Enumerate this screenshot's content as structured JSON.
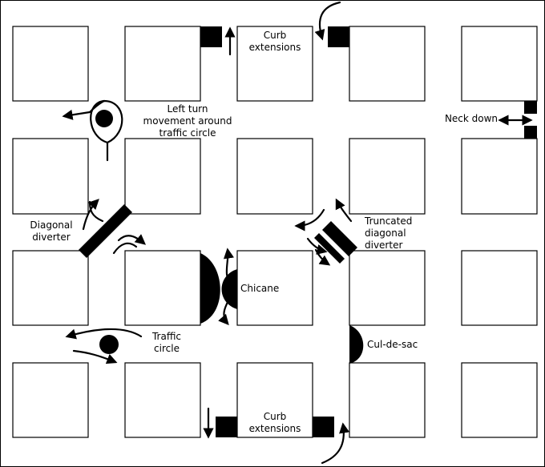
{
  "labels": {
    "curb_top_line1": "Curb",
    "curb_top_line2": "extensions",
    "left_turn_line1": "Left turn",
    "left_turn_line2": "movement around",
    "left_turn_line3": "traffic circle",
    "neck_down": "Neck down",
    "diagonal_line1": "Diagonal",
    "diagonal_line2": "diverter",
    "truncated_line1": "Truncated",
    "truncated_line2": "diagonal",
    "truncated_line3": "diverter",
    "chicane": "Chicane",
    "traffic_circle_line1": "Traffic",
    "traffic_circle_line2": "circle",
    "cul_de_sac": "Cul-de-sac",
    "curb_bottom_line1": "Curb",
    "curb_bottom_line2": "extensions"
  },
  "colors": {
    "ink": "#000000",
    "background": "#ffffff"
  }
}
